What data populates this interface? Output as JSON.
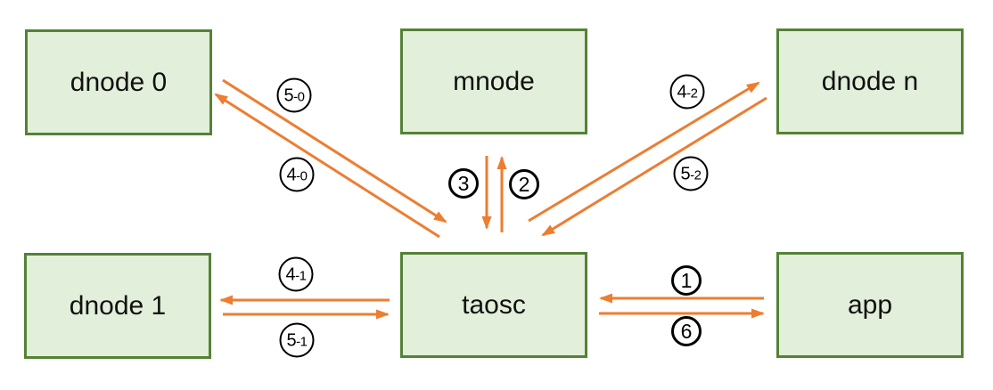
{
  "colors": {
    "node_fill": "#E2EFDA",
    "node_border": "#548235",
    "arrow": "#ED7D31",
    "badge_border": "#000000",
    "badge_fill": "#FFFFFF"
  },
  "nodes": {
    "dnode0": {
      "label": "dnode 0"
    },
    "mnode": {
      "label": "mnode"
    },
    "dnoden": {
      "label": "dnode n"
    },
    "dnode1": {
      "label": "dnode 1"
    },
    "taosc": {
      "label": "taosc"
    },
    "app": {
      "label": "app"
    }
  },
  "edges": {
    "e1": {
      "label": "1",
      "from": "app",
      "to": "taosc"
    },
    "e2": {
      "label": "2",
      "from": "taosc",
      "to": "mnode"
    },
    "e3": {
      "label": "3",
      "from": "mnode",
      "to": "taosc"
    },
    "e4_0": {
      "label": "4-0",
      "from": "taosc",
      "to": "dnode 0"
    },
    "e5_0": {
      "label": "5-0",
      "from": "dnode 0",
      "to": "taosc"
    },
    "e4_1": {
      "label": "4-1",
      "from": "taosc",
      "to": "dnode 1"
    },
    "e5_1": {
      "label": "5-1",
      "from": "dnode 1",
      "to": "taosc"
    },
    "e4_2": {
      "label": "4-2",
      "from": "taosc",
      "to": "dnode n"
    },
    "e5_2": {
      "label": "5-2",
      "from": "dnode n",
      "to": "taosc"
    },
    "e6": {
      "label": "6",
      "from": "taosc",
      "to": "app"
    }
  }
}
